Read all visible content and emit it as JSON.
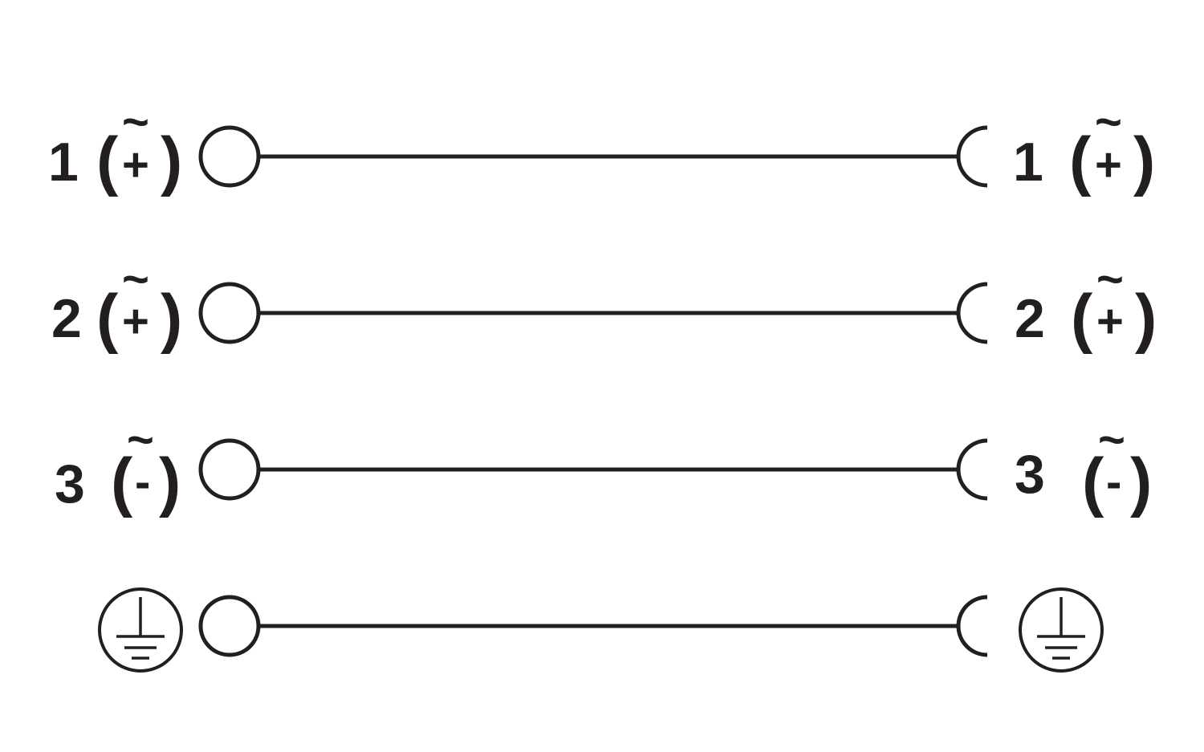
{
  "colors": {
    "ink": "#231f20",
    "background": "#ffffff"
  },
  "left_connector": {
    "contact_icon": "male-pin-circle-icon",
    "pins": [
      {
        "number": "1",
        "tilde": "~",
        "polarity": "+"
      },
      {
        "number": "2",
        "tilde": "~",
        "polarity": "+"
      },
      {
        "number": "3",
        "tilde": "~",
        "polarity": "-"
      },
      {
        "number": "",
        "tilde": "",
        "polarity": "",
        "icon": "protective-earth-icon"
      }
    ]
  },
  "right_connector": {
    "contact_icon": "female-socket-arc-icon",
    "pins": [
      {
        "number": "1",
        "tilde": "~",
        "polarity": "+"
      },
      {
        "number": "2",
        "tilde": "~",
        "polarity": "+"
      },
      {
        "number": "3",
        "tilde": "~",
        "polarity": "-"
      },
      {
        "number": "",
        "tilde": "",
        "polarity": "",
        "icon": "protective-earth-icon"
      }
    ]
  },
  "wires": [
    {
      "from": "1",
      "to": "1"
    },
    {
      "from": "2",
      "to": "2"
    },
    {
      "from": "3",
      "to": "3"
    },
    {
      "from": "PE",
      "to": "PE"
    }
  ]
}
